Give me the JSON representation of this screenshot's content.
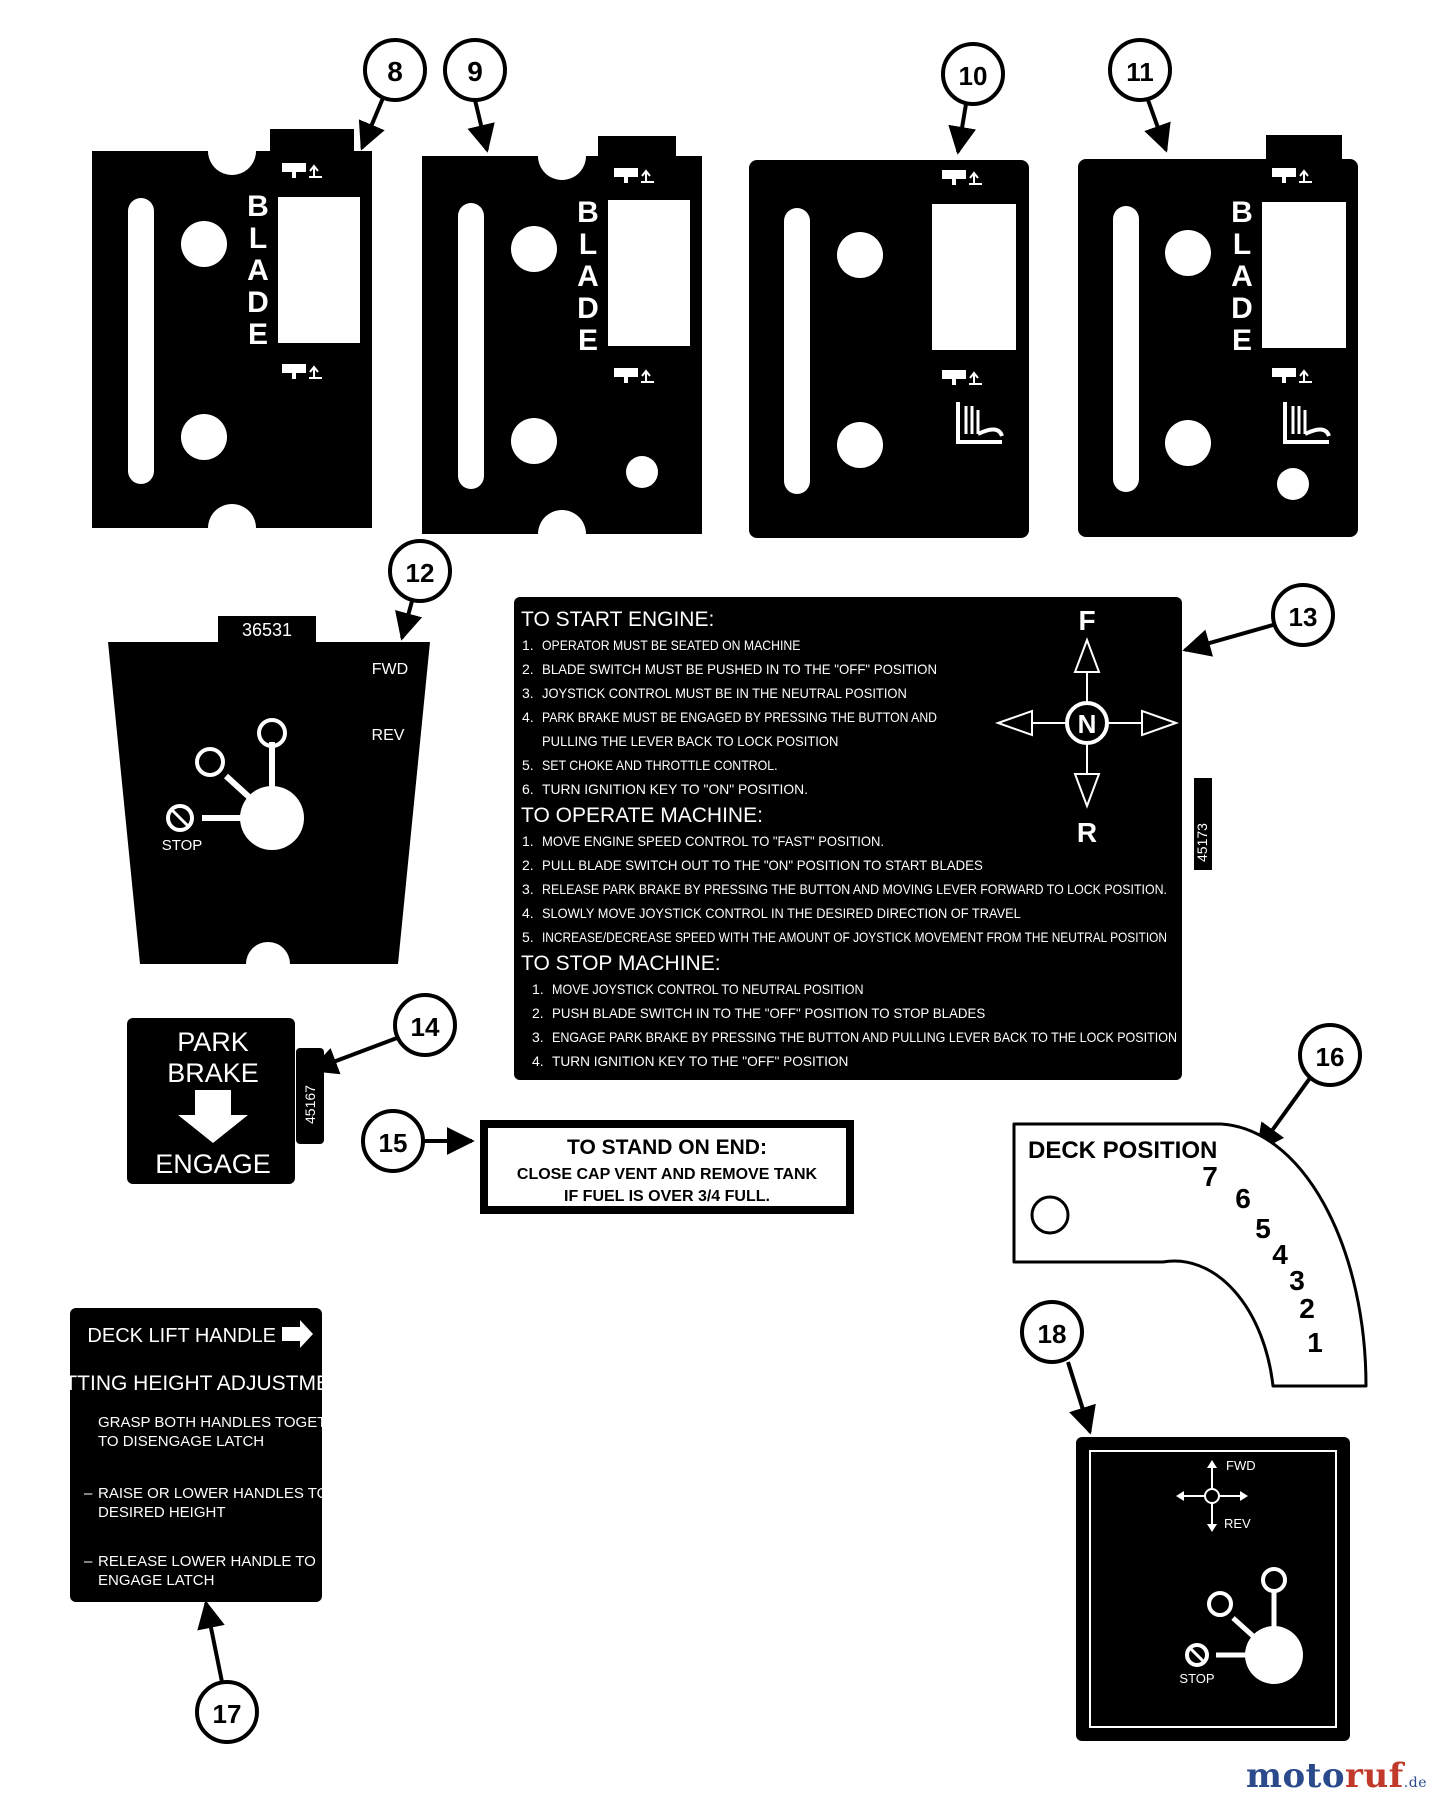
{
  "callouts": [
    "8",
    "9",
    "10",
    "11",
    "12",
    "13",
    "14",
    "15",
    "16",
    "17",
    "18"
  ],
  "blade_word": "BLADE",
  "decal_12": {
    "part": "36531",
    "fwd": "FWD",
    "rev": "REV",
    "stop": "STOP"
  },
  "decal_13": {
    "side_part": "45173",
    "compass": {
      "f": "F",
      "n": "N",
      "r": "R"
    },
    "sections": [
      {
        "title": "TO START ENGINE:",
        "items": [
          {
            "n": "1.",
            "text": "OPERATOR MUST BE SEATED ON MACHINE"
          },
          {
            "n": "2.",
            "text": "BLADE SWITCH MUST BE PUSHED IN TO THE \"OFF\" POSITION"
          },
          {
            "n": "3.",
            "text": "JOYSTICK CONTROL MUST BE IN THE NEUTRAL POSITION"
          },
          {
            "n": "4.",
            "text": "PARK BRAKE MUST BE ENGAGED BY PRESSING THE BUTTON AND"
          },
          {
            "n": "",
            "text": "PULLING THE LEVER BACK TO LOCK POSITION"
          },
          {
            "n": "5.",
            "text": "SET CHOKE AND THROTTLE CONTROL."
          },
          {
            "n": "6.",
            "text": "TURN IGNITION KEY TO \"ON\" POSITION."
          }
        ]
      },
      {
        "title": "TO OPERATE MACHINE:",
        "items": [
          {
            "n": "1.",
            "text": "MOVE ENGINE SPEED CONTROL TO \"FAST\" POSITION."
          },
          {
            "n": "2.",
            "text": "PULL BLADE SWITCH OUT TO THE \"ON\" POSITION TO START BLADES"
          },
          {
            "n": "3.",
            "text": "RELEASE PARK BRAKE BY PRESSING THE BUTTON AND MOVING LEVER FORWARD TO LOCK POSITION."
          },
          {
            "n": "4.",
            "text": "SLOWLY MOVE JOYSTICK CONTROL IN THE DESIRED DIRECTION OF TRAVEL"
          },
          {
            "n": "5.",
            "text": "INCREASE/DECREASE SPEED WITH THE AMOUNT OF JOYSTICK MOVEMENT FROM THE NEUTRAL POSITION"
          }
        ]
      },
      {
        "title": "TO STOP MACHINE:",
        "items": [
          {
            "n": "1.",
            "text": "MOVE JOYSTICK CONTROL TO NEUTRAL POSITION"
          },
          {
            "n": "2.",
            "text": "PUSH BLADE SWITCH IN TO THE \"OFF\" POSITION TO STOP BLADES"
          },
          {
            "n": "3.",
            "text": "ENGAGE PARK BRAKE BY PRESSING THE BUTTON AND PULLING LEVER BACK TO THE LOCK POSITION"
          },
          {
            "n": "4.",
            "text": "TURN IGNITION KEY TO THE \"OFF\" POSITION"
          }
        ]
      }
    ]
  },
  "decal_14": {
    "line1": "PARK",
    "line2": "BRAKE",
    "line3": "ENGAGE",
    "part": "45167"
  },
  "decal_15": {
    "title": "TO STAND ON END:",
    "line1": "CLOSE CAP VENT AND REMOVE TANK",
    "line2": "IF FUEL IS OVER 3/4 FULL."
  },
  "decal_16": {
    "title": "DECK POSITION",
    "positions": [
      "7",
      "6",
      "5",
      "4",
      "3",
      "2",
      "1"
    ]
  },
  "decal_17": {
    "header": "DECK LIFT HANDLE",
    "title": "CUTTING HEIGHT ADJUSTMENT",
    "step1_a": "GRASP BOTH HANDLES TOGETHER",
    "step1_b": "TO DISENGAGE LATCH",
    "step2_a": "RAISE OR LOWER HANDLES TO",
    "step2_b": "DESIRED HEIGHT",
    "step3_a": "RELEASE LOWER HANDLE TO",
    "step3_b": "ENGAGE LATCH"
  },
  "decal_18": {
    "fwd": "FWD",
    "rev": "REV",
    "stop": "STOP"
  },
  "watermark": {
    "a": "moto",
    "b": "ruf",
    "c": ".de"
  }
}
